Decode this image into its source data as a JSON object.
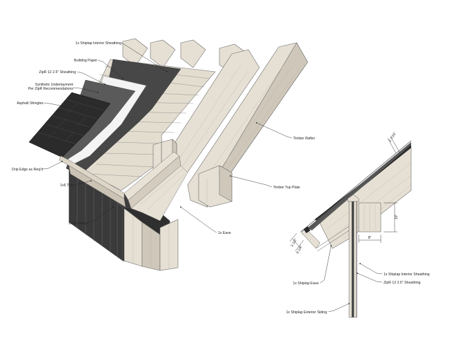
{
  "labels": {
    "shiplap_interior_sheathing": "1x Shiplap Interior Sheathing",
    "building_paper": "Building Paper",
    "zipr_sheathing": "ZipR 12 2.5\" Sheathing",
    "synthetic_underlayment_1": "Synthetic Underlayment",
    "synthetic_underlayment_2": "Per ZipR Recommendations",
    "asphalt_shingles": "Asphalt Shingles",
    "drip_edge": "Drip Edge as Req'd",
    "trim_1x6": "1x6 Trim",
    "fascia_1x10": "1x10 Fascia",
    "eave_1x": "1x Eave",
    "timber_rafter": "Timber Rafter",
    "timber_top_plate": "Timber Top Plate"
  },
  "section_labels": {
    "shiplap_eave": "1x Shiplap Eave",
    "shiplap_interior_sheathing": "1x Shiplap Interior Sheathing",
    "zipr_sheathing": "ZipR 12 2.5\" Sheathing",
    "shiplap_exterior_siding": "1x Shiplap Exterior Siding"
  },
  "dimensions": {
    "top_thickness": "2 7/16\"",
    "plate_height": "10\"",
    "plate_width": "8\"",
    "eave_dim_1": "3 1/2\"",
    "eave_dim_2": "9 1/4\""
  },
  "colors": {
    "wood": "#e6e0d4",
    "wood_shade": "#cfc8ba",
    "shingles": "#2b2b2b",
    "underlayment": "#5a5a5a",
    "zip_sheathing": "#474747",
    "membrane": "#f4f4f4",
    "line": "#222222"
  }
}
